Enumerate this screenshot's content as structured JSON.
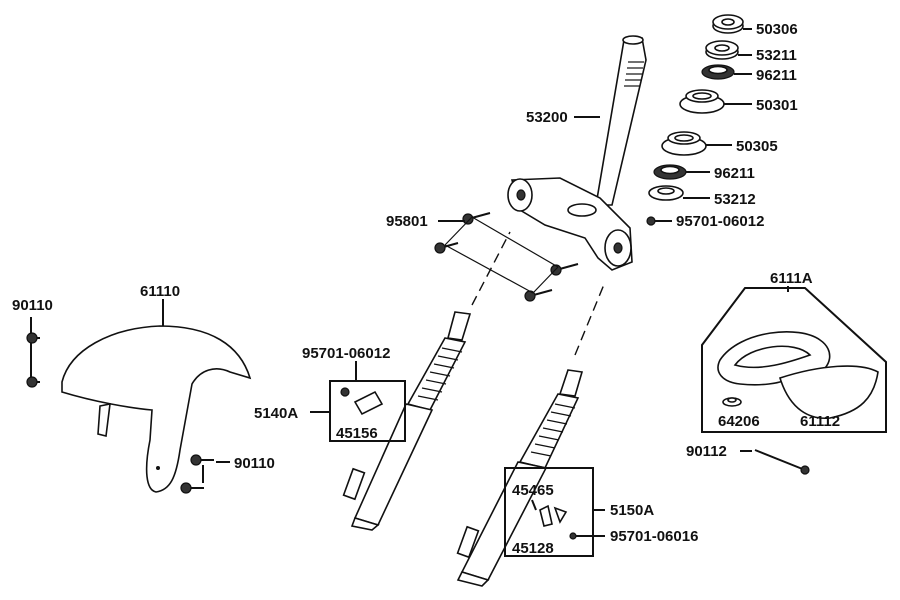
{
  "parts": {
    "p50306": "50306",
    "p53211": "53211",
    "p96211a": "96211",
    "p50301": "50301",
    "p53200": "53200",
    "p50305": "50305",
    "p96211b": "96211",
    "p53212": "53212",
    "p95801": "95801",
    "p95701a": "95701-06012",
    "p6111A": "6111A",
    "p90110a": "90110",
    "p61110": "61110",
    "p95701b": "95701-06012",
    "p5140A": "5140A",
    "p45156": "45156",
    "p64206": "64206",
    "p61112": "61112",
    "p90112": "90112",
    "p90110b": "90110",
    "p45465": "45465",
    "p5150A": "5150A",
    "p45128": "45128",
    "p95701c": "95701-06016"
  },
  "colors": {
    "line": "#111111",
    "fill": "#ffffff",
    "shade": "#333333"
  }
}
